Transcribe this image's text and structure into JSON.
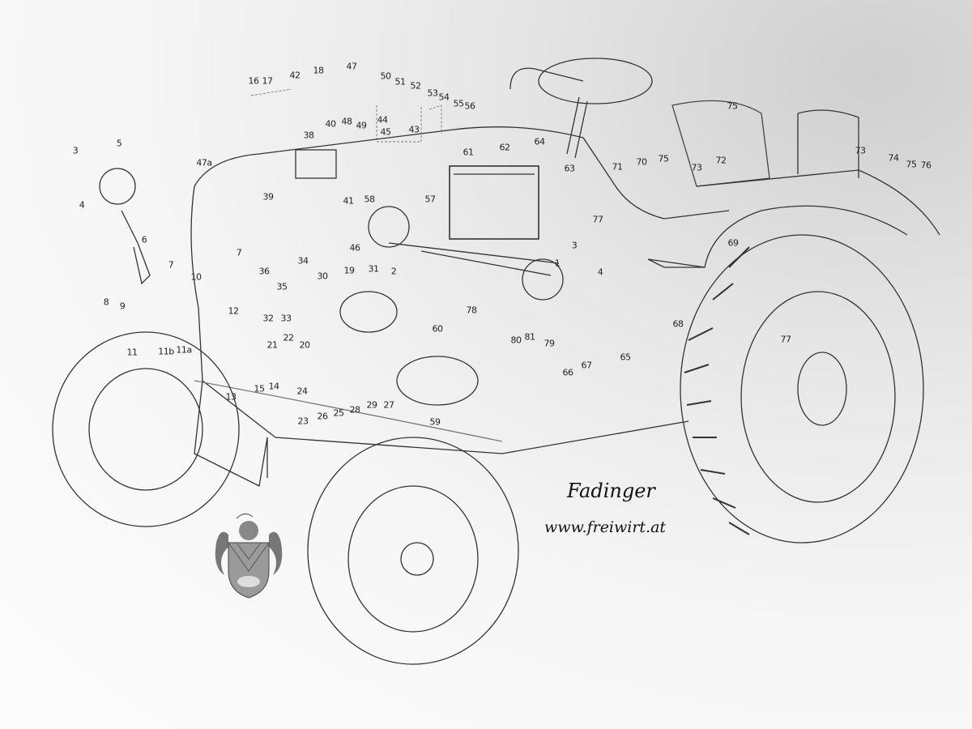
{
  "brand": {
    "name": "Fadinger",
    "url": "www.freiwirt.at",
    "crest_icon": "coat-of-arms"
  },
  "labels": [
    "3",
    "5",
    "4",
    "6",
    "7",
    "8",
    "9",
    "10",
    "11",
    "11b",
    "11a",
    "12",
    "13",
    "14",
    "15",
    "16",
    "17",
    "42",
    "18",
    "47",
    "50",
    "51",
    "52",
    "53",
    "54",
    "55",
    "56",
    "44",
    "45",
    "43",
    "40",
    "48",
    "49",
    "38",
    "47a",
    "39",
    "41",
    "58",
    "57",
    "61",
    "62",
    "64",
    "63",
    "77",
    "3",
    "4",
    "1",
    "2",
    "46",
    "7",
    "36",
    "34",
    "35",
    "30",
    "19",
    "31",
    "32",
    "33",
    "22",
    "21",
    "20",
    "60",
    "78",
    "80",
    "81",
    "79",
    "66",
    "67",
    "65",
    "68",
    "69",
    "77",
    "71",
    "70",
    "75",
    "73",
    "72",
    "75",
    "73",
    "74",
    "75",
    "76",
    "24",
    "23",
    "26",
    "25",
    "28",
    "29",
    "27",
    "59"
  ],
  "colors": {
    "ink": "#222222",
    "paper": "#fcfcfc"
  }
}
